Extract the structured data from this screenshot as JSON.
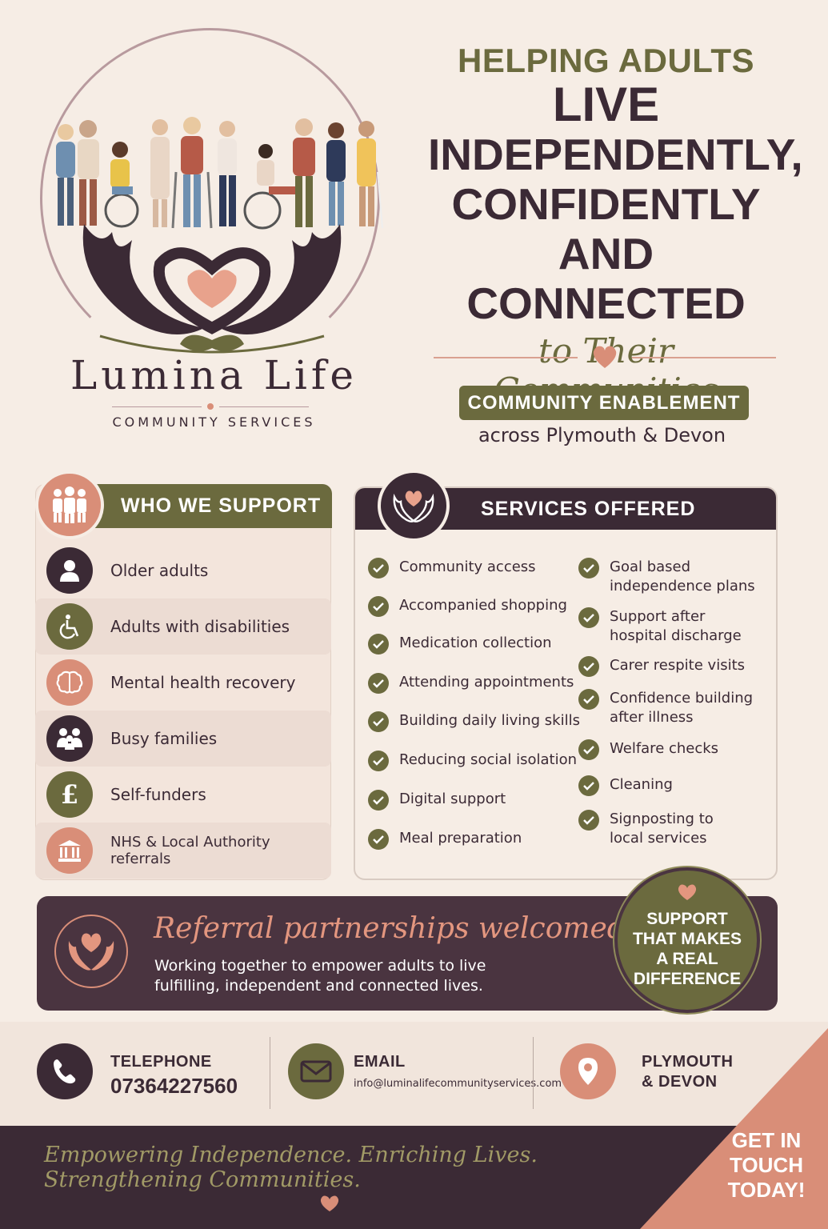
{
  "brand": {
    "name": "Lumina Life",
    "subtitle": "COMMUNITY SERVICES"
  },
  "headline": {
    "line1": "HELPING ADULTS",
    "line2": "LIVE",
    "line3": "INDEPENDENTLY,",
    "line4": "CONFIDENTLY",
    "line5": "AND CONNECTED",
    "script": "to Their Communities"
  },
  "service_badge": "COMMUNITY ENABLEMENT",
  "service_area": "across Plymouth & Devon",
  "who_we_support": {
    "title": "WHO WE SUPPORT",
    "items": [
      {
        "label": "Older adults",
        "icon": "person-icon"
      },
      {
        "label": "Adults with disabilities",
        "icon": "wheelchair-icon"
      },
      {
        "label": "Mental health recovery",
        "icon": "brain-icon"
      },
      {
        "label": "Busy families",
        "icon": "family-icon"
      },
      {
        "label": "Self-funders",
        "icon": "pound-icon"
      },
      {
        "label": "NHS & Local Authority referrals",
        "icon": "building-icon"
      }
    ]
  },
  "services_offered": {
    "title": "SERVICES OFFERED",
    "left": [
      "Community access",
      "Accompanied shopping",
      "Medication collection",
      "Attending appointments",
      "Building daily living skills",
      "Reducing social isolation",
      "Digital support",
      "Meal preparation"
    ],
    "right": [
      [
        "Goal based",
        "independence plans"
      ],
      [
        "Support after",
        "hospital discharge"
      ],
      [
        "Carer respite visits"
      ],
      [
        "Confidence building",
        "after illness"
      ],
      [
        "Welfare checks"
      ],
      [
        "Cleaning"
      ],
      [
        "Signposting to",
        "local services"
      ]
    ]
  },
  "referral": {
    "title": "Referral partnerships welcomed",
    "line1": "Working together to empower adults to live",
    "line2": "fulfilling, independent and connected lives."
  },
  "seal": {
    "line1": "SUPPORT",
    "line2": "THAT MAKES",
    "line3": "A REAL",
    "line4": "DIFFERENCE"
  },
  "contact": {
    "telephone_label": "TELEPHONE",
    "telephone": "07364227560",
    "email_label": "EMAIL",
    "email": "info@luminalifecommunityservices.com",
    "location_line1": "PLYMOUTH",
    "location_line2": "& DEVON"
  },
  "footer": {
    "tagline": "Empowering Independence. Enriching Lives. Strengthening Communities.",
    "cta_line1": "GET IN",
    "cta_line2": "TOUCH",
    "cta_line3": "TODAY!"
  },
  "colors": {
    "plum": "#3b2a35",
    "olive": "#6b6a3e",
    "coral": "#d98e78",
    "cream": "#f6ede5"
  }
}
